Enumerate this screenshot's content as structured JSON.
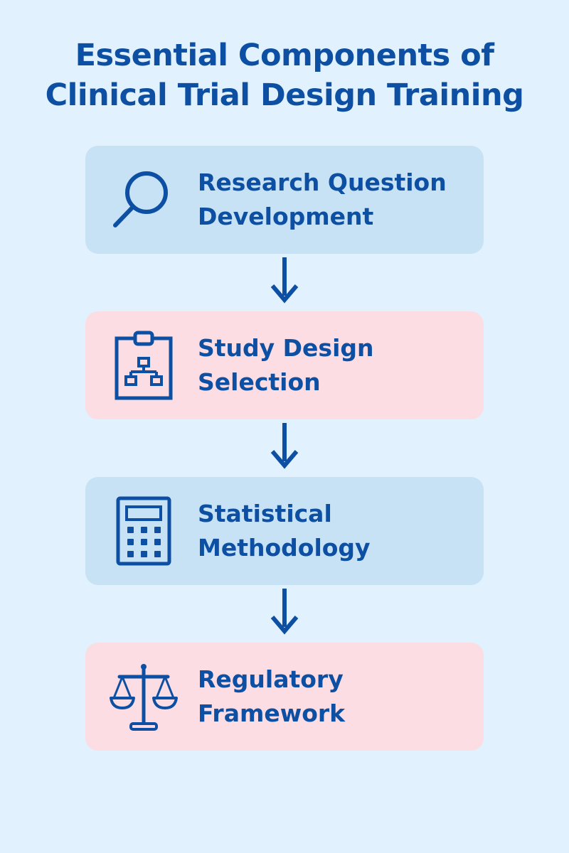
{
  "title": {
    "line1": "Essential Components of",
    "line2": "Clinical Trial Design Training"
  },
  "colors": {
    "background": "#e1f1fd",
    "accent": "#0d4fa3",
    "card_blue": "#c7e2f5",
    "card_pink": "#fbdde3"
  },
  "steps": [
    {
      "line1": "Research Question",
      "line2": "Development",
      "icon": "magnifier-icon",
      "color": "blue"
    },
    {
      "line1": "Study Design",
      "line2": "Selection",
      "icon": "clipboard-flowchart-icon",
      "color": "pink"
    },
    {
      "line1": "Statistical",
      "line2": "Methodology",
      "icon": "calculator-icon",
      "color": "blue"
    },
    {
      "line1": "Regulatory",
      "line2": "Framework",
      "icon": "scales-icon",
      "color": "pink"
    }
  ]
}
